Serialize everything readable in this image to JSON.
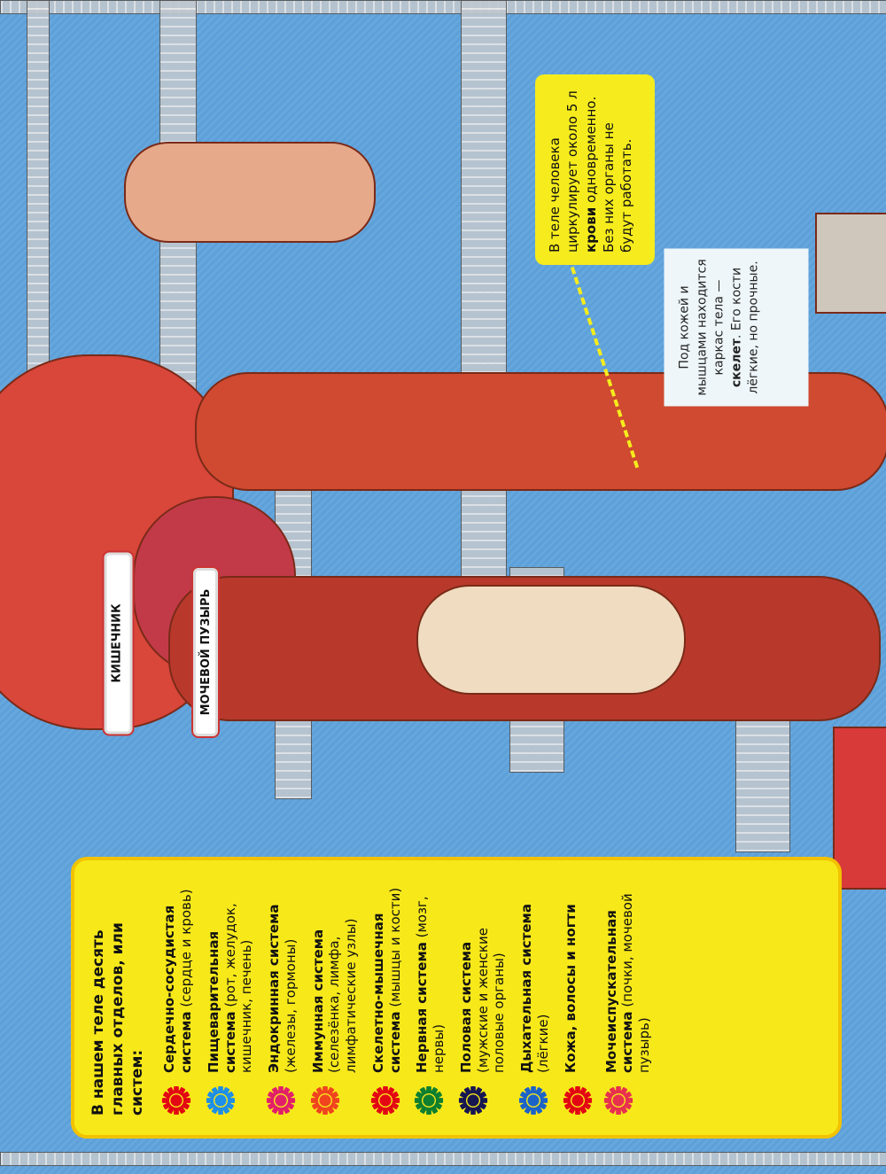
{
  "systems_box": {
    "heading": "В нашем теле десять главных отделов, или систем:",
    "items": [
      {
        "name": "Сердечно-сосудистая система",
        "desc": " (сердце и кровь)",
        "gear_color": "#e30613",
        "gear_inner": "#e30613"
      },
      {
        "name": "Пищеварительная система",
        "desc": " (рот, желудок, кишечник, печень)",
        "gear_color": "#1e8fe6",
        "gear_inner": "#1e8fe6"
      },
      {
        "name": "Эндокринная система",
        "desc": " (железы, гормоны)",
        "gear_color": "#e2206a",
        "gear_inner": "#e2206a"
      },
      {
        "name": "Иммунная система",
        "desc": " (селезёнка, лимфа, лимфатические узлы)",
        "gear_color": "#f0441f",
        "gear_inner": "#f0441f"
      },
      {
        "name": "Скелетно-мышечная система",
        "desc": " (мышцы и кости)",
        "gear_color": "#e30613",
        "gear_inner": "#e30613"
      },
      {
        "name": "Нервная система",
        "desc": " (мозг, нервы)",
        "gear_color": "#0f7f2f",
        "gear_inner": "#0f7f2f"
      },
      {
        "name": "Половая система",
        "desc": " (мужские и женские половые органы)",
        "gear_color": "#161650",
        "gear_inner": "#161650"
      },
      {
        "name": "Дыхательная система",
        "desc": " (лёгкие)",
        "gear_color": "#1c63c8",
        "gear_inner": "#1c63c8"
      },
      {
        "name": "Кожа, волосы и ногти",
        "desc": "",
        "gear_color": "#e30613",
        "gear_inner": "#e30613"
      },
      {
        "name": "Мочеиспускательная система",
        "desc": " (почки, мочевой пузырь)",
        "gear_color": "#e8304f",
        "gear_inner": "#e8304f"
      }
    ]
  },
  "blood_callout": {
    "pre": "В теле человека циркулирует около 5 л ",
    "bold": "крови",
    "post": " одновременно. Без них органы не будут работать."
  },
  "skeleton_callout": {
    "pre": "Под кожей и мышцами находится каркас тела — ",
    "bold": "скелет",
    "post": ". Его кости лёгкие, но прочные."
  },
  "labels": {
    "intestine": "КИШЕЧНИК",
    "bladder": "МОЧЕВОЙ ПУЗЫРЬ"
  }
}
